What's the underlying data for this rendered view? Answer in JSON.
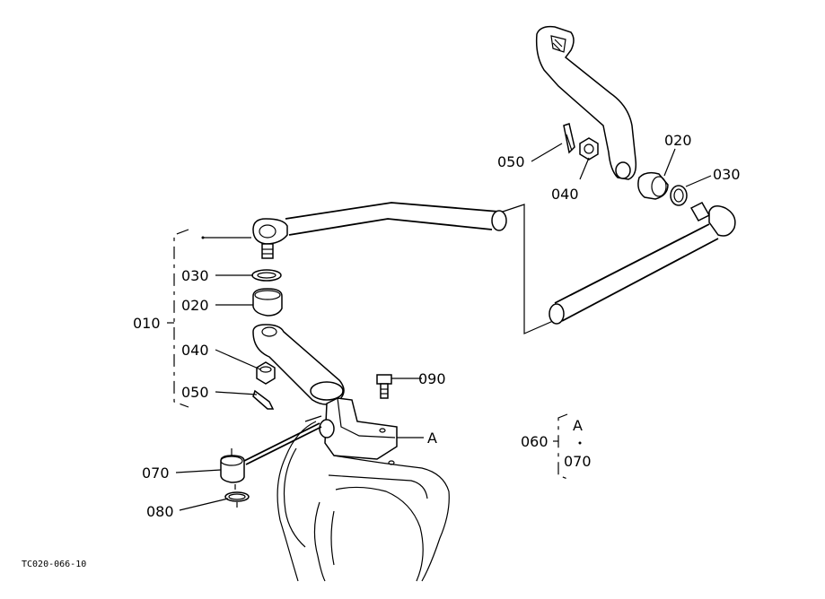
{
  "drawing_id": "TC020-066-10",
  "labels": {
    "left_010": "010",
    "left_030": "030",
    "left_020": "020",
    "left_040": "040",
    "left_050": "050",
    "left_070": "070",
    "left_080": "080",
    "left_090": "090",
    "left_A": "A",
    "right_050": "050",
    "right_040": "040",
    "right_020": "020",
    "right_030": "030",
    "ref_060": "060",
    "ref_A": "A",
    "ref_070": "070"
  }
}
